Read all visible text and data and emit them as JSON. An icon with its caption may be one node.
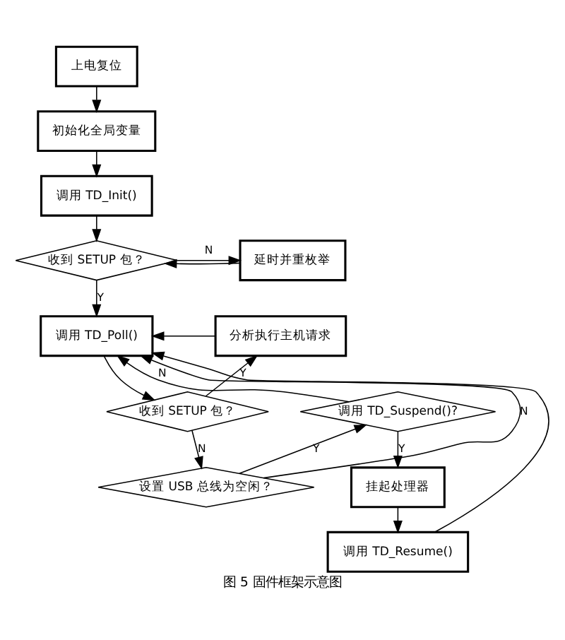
{
  "diagram": {
    "caption": "图 5 固件框架示意图",
    "nodes": [
      {
        "text": [
          "上电复位"
        ]
      },
      {
        "text": [
          "初始化全局变量"
        ]
      },
      {
        "text": [
          "调用 TD_Init()"
        ]
      },
      {
        "text": [
          "收到 SETUP 包？"
        ]
      },
      {
        "text": [
          "延时并重枚举"
        ]
      },
      {
        "text": [
          "调用 TD_Poll()"
        ]
      },
      {
        "text": [
          "分析执行主机请求"
        ]
      },
      {
        "text": [
          "收到 SETUP 包？"
        ]
      },
      {
        "text": [
          "调用 TD_Suspend()?"
        ]
      },
      {
        "text": [
          "设置 USB 总线为空闲？"
        ]
      },
      {
        "text": [
          "挂起处理器"
        ]
      },
      {
        "text": [
          "调用 TD_Resume()"
        ]
      }
    ],
    "edges": [
      {
        "from": 0,
        "to": 1,
        "arrow": "to"
      },
      {
        "from": 1,
        "to": 2,
        "arrow": "to"
      },
      {
        "from": 2,
        "to": 3,
        "arrow": "to"
      },
      {
        "from": 3,
        "to": 4,
        "arrow": "to",
        "label": "N"
      },
      {
        "from": 4,
        "to": 3,
        "arrow": "to"
      },
      {
        "from": 3,
        "to": 5,
        "arrow": "to",
        "label": "Y"
      },
      {
        "from": 6,
        "to": 5,
        "arrow": "to"
      },
      {
        "from": 5,
        "to": 7,
        "arrow": "to"
      },
      {
        "from": 7,
        "to": 6,
        "arrow": "to",
        "label": "Y"
      },
      {
        "from": 7,
        "to": 9,
        "arrow": "to",
        "label": "N"
      },
      {
        "from": 9,
        "to": 8,
        "arrow": "to",
        "label": "Y"
      },
      {
        "from": 8,
        "to": 10,
        "arrow": "to",
        "label": "Y"
      },
      {
        "from": 8,
        "to": 5,
        "arrow": "to",
        "label": "N"
      },
      {
        "from": 9,
        "to": 5,
        "arrow": "to",
        "label": "N"
      },
      {
        "from": 10,
        "to": 11,
        "arrow": "to"
      },
      {
        "from": 11,
        "to": 5,
        "arrow": "to"
      }
    ]
  }
}
